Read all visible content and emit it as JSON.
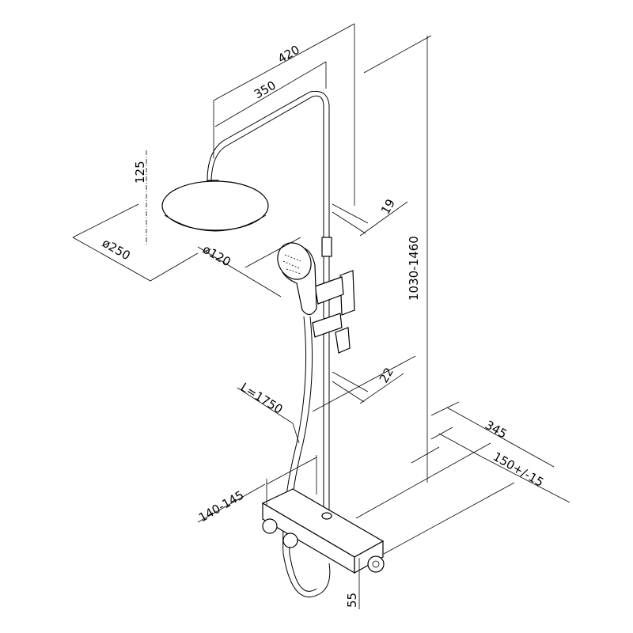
{
  "dimensions": {
    "arm_outer": "420",
    "arm_inner": "350",
    "head_height": "125",
    "head_diameter": "ø250",
    "hand_diameter": "ø120",
    "pipe_top": "19",
    "height_range": "1030-1460",
    "pipe_bottom": "22",
    "hose_length": "L=1750",
    "depth": "345",
    "outlet_offset": "150+/-15",
    "wall_offset": "140-145",
    "base_height": "55"
  },
  "colors": {
    "line": "#000000",
    "background": "#ffffff"
  }
}
